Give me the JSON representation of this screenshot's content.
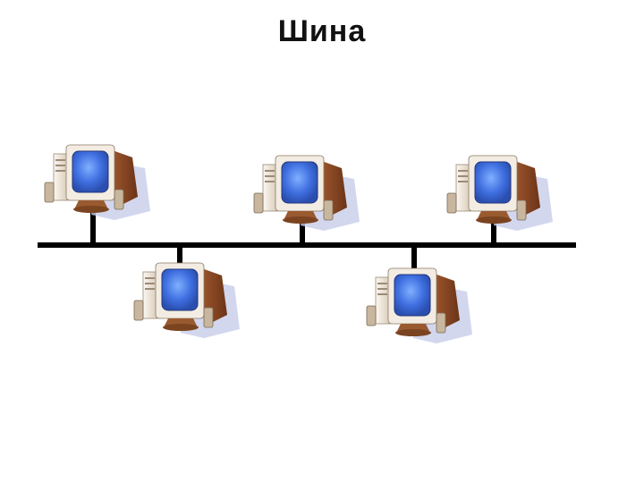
{
  "slide": {
    "title": "Шина"
  },
  "topology": {
    "type": "bus",
    "node_count": 5,
    "nodes_above_bus": 3,
    "nodes_below_bus": 2,
    "colors": {
      "bus_line": "#000000",
      "case": "#f3ece3",
      "monitor_brown": "#8a4a25",
      "screen": "#3f6fe0",
      "shadow": "#c7cdea"
    },
    "icon": "desktop-computer-icon"
  }
}
